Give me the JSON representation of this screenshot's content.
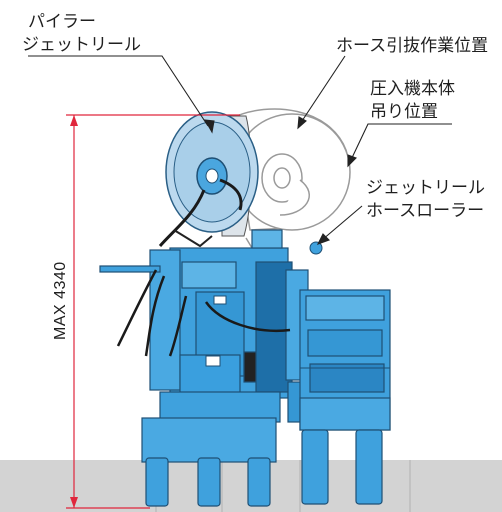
{
  "labels": {
    "reel_line1": "パイラー",
    "reel_line2": "ジェットリール",
    "hose_removal": "ホース引抜作業位置",
    "lift_line1": "圧入機本体",
    "lift_line2": "吊り位置",
    "roller_line1": "ジェットリール",
    "roller_line2": "ホースローラー"
  },
  "dimension": {
    "text": "MAX 4340"
  },
  "colors": {
    "machine": "#3fa1dd",
    "machine_dark": "#1e6fa8",
    "ghost_outline": "#9a9a9a",
    "ground": "#d3d3d3",
    "dimension_line": "#e0263c",
    "leader": "#222222"
  }
}
